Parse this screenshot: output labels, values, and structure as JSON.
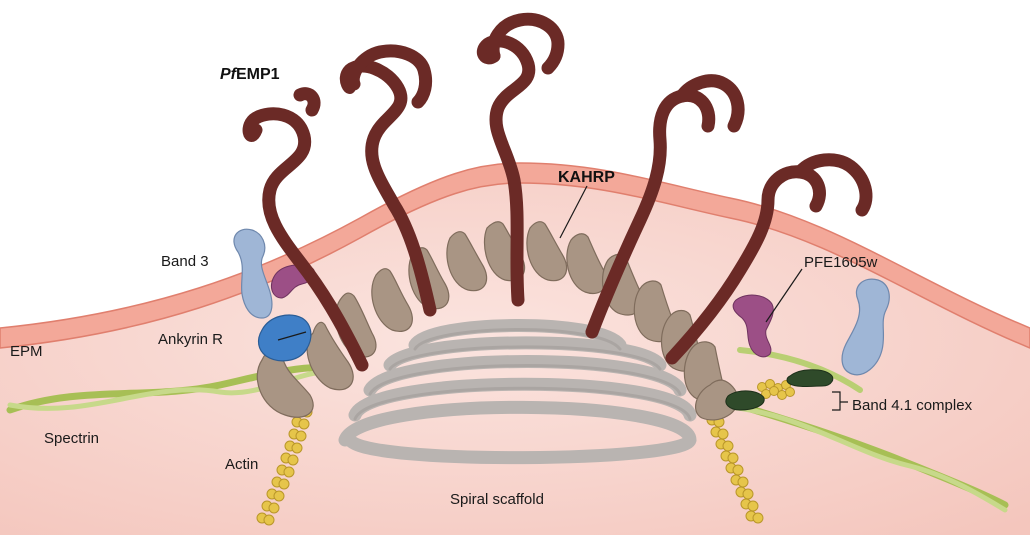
{
  "labels": {
    "pfemp1_italic": "Pf",
    "pfemp1_rest": "EMP1",
    "kahrp": "KAHRP",
    "band3": "Band 3",
    "pfe1605w": "PFE1605w",
    "ankyrin": "Ankyrin R",
    "epm": "EPM",
    "band41": "Band 4.1 complex",
    "spectrin": "Spectrin",
    "actin": "Actin",
    "spiral": "Spiral scaffold"
  },
  "colors": {
    "cytoplasm": "#f8d6d0",
    "membrane": "#f3a899",
    "membrane_edge": "#e07f6e",
    "pfemp1": "#6b2a26",
    "kahrp": "#a99584",
    "kahrp_edge": "#7f6c5c",
    "spiral": "#b9b4b1",
    "band3": "#9fb6d6",
    "ankyrin": "#3f7fc7",
    "pfe1605w": "#9c4f86",
    "spectrin": "#a7bf55",
    "actin": "#e6c54a",
    "band41": "#2f4a2a"
  }
}
